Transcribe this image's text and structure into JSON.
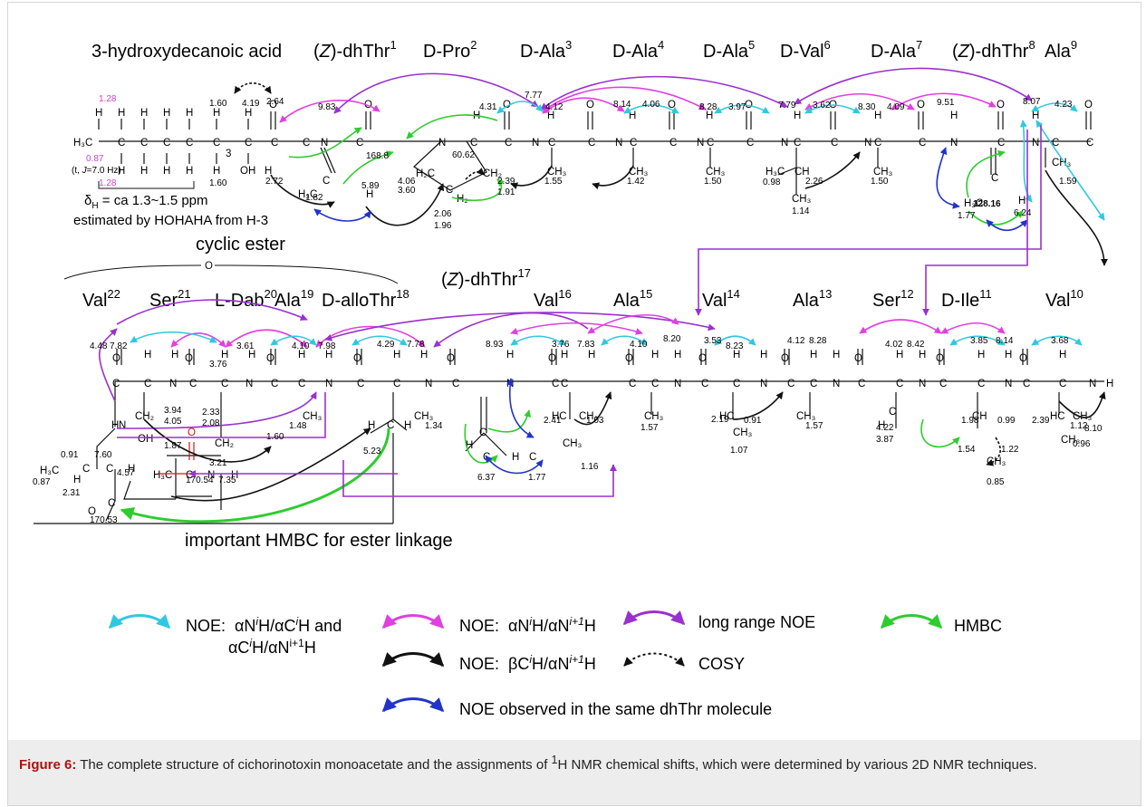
{
  "colors": {
    "noe_intra": "#30c8e0",
    "noe_seq": "#e040e0",
    "noe_long": "#9a30d0",
    "noe_beta": "#111111",
    "hmbc": "#2ecc2e",
    "noe_dhthr": "#2233cc",
    "acetyl": "#d01818",
    "shift_magenta": "#cc44cc"
  },
  "top": {
    "residue_titles": [
      "3-hydroxydecanoic acid"
    ],
    "residues": [
      {
        "pre": "(",
        "it": "Z",
        "post": ")-dhThr",
        "num": "1"
      },
      {
        "pre": "D-Pro",
        "num": "2"
      },
      {
        "pre": "D-Ala",
        "num": "3"
      },
      {
        "pre": "D-Ala",
        "num": "4"
      },
      {
        "pre": "D-Ala",
        "num": "5"
      },
      {
        "pre": "D-Val",
        "num": "6"
      },
      {
        "pre": "D-Ala",
        "num": "7"
      },
      {
        "pre": "(",
        "it": "Z",
        "post": ")-dhThr",
        "num": "8"
      },
      {
        "pre": "Ala",
        "num": "9"
      }
    ],
    "fatty_note": {
      "t_label": "(t, ",
      "J": "J",
      "rest": "=7.0 Hz)",
      "delta": "δ",
      "sub": "H",
      "range": " = ca 1.3~1.5 ppm",
      "estimated": "estimated by HOHAHA from H-3"
    },
    "shifts_magenta": [
      "1.28",
      "0.87",
      "1.28"
    ],
    "shifts": [
      "1.60",
      "4.19",
      "2.64",
      "9.83",
      "168.8",
      "2.72",
      "1.82",
      "5.89",
      "1.60",
      "4.31",
      "60.62",
      "4.06",
      "3.60",
      "2.39",
      "1.91",
      "2.06",
      "1.96",
      "7.77",
      "4.12",
      "1.55",
      "8.14",
      "4.06",
      "1.42",
      "8.28",
      "3.97",
      "1.50",
      "7.79",
      "3.62",
      "0.98",
      "2.26",
      "1.14",
      "8.30",
      "4.09",
      "1.50",
      "9.51",
      "128.16",
      "1.77",
      "6.24",
      "8.07",
      "4.23",
      "1.59"
    ],
    "cyclic_ester": "cyclic ester"
  },
  "bottom": {
    "residues": [
      {
        "pre": "Val",
        "num": "22"
      },
      {
        "pre": "Ser",
        "num": "21"
      },
      {
        "pre": "L-Dab",
        "num": "20"
      },
      {
        "pre": "Ala",
        "num": "19"
      },
      {
        "pre": "D-alloThr",
        "num": "18"
      },
      {
        "pre": "(",
        "it": "Z",
        "post": ")-dhThr",
        "num": "17"
      },
      {
        "pre": "Val",
        "num": "16"
      },
      {
        "pre": "Ala",
        "num": "15"
      },
      {
        "pre": "Val",
        "num": "14"
      },
      {
        "pre": "Ala",
        "num": "13"
      },
      {
        "pre": "Ser",
        "num": "12"
      },
      {
        "pre": "D-Ile",
        "num": "11"
      },
      {
        "pre": "Val",
        "num": "10"
      }
    ],
    "shifts": [
      "4.48",
      "7.82",
      "3.76",
      "3.61",
      "4.10",
      "7.98",
      "4.29",
      "7.78",
      "8.93",
      "3.76",
      "7.83",
      "4.10",
      "8.20",
      "3.53",
      "8.23",
      "4.12",
      "8.28",
      "4.02",
      "8.42",
      "3.85",
      "8.14",
      "3.68",
      "8.10",
      "3.94",
      "4.05",
      "2.33",
      "2.08",
      "1.48",
      "5.23",
      "1.34",
      "6.37",
      "1.77",
      "2.41",
      "1.03",
      "1.16",
      "1.57",
      "2.19",
      "0.91",
      "1.07",
      "1.57",
      "4.22",
      "3.87",
      "1.98",
      "0.99",
      "1.54",
      "1.22",
      "0.85",
      "2.39",
      "1.12",
      "0.96",
      "0.91",
      "7.60",
      "0.87",
      "2.31",
      "4.57",
      "1.87",
      "3.21",
      "170.54",
      "7.35",
      "170.53",
      "1.60"
    ],
    "hmbc_note": "important HMBC for ester linkage",
    "o_label": "O"
  },
  "legend": {
    "noe_word": "NOE:",
    "item1": {
      "a": "αN",
      "sup1": "i",
      "b": "H/αC",
      "sup2": "i",
      "c": "H and"
    },
    "item1b": {
      "a": "αC",
      "sup1": "i",
      "b": "H/αN",
      "sup2": "i+1",
      "c": "H"
    },
    "item2": {
      "a": "αN",
      "sup1": "i",
      "b": "H/αN",
      "sup2": "i+1",
      "c": "H"
    },
    "item3": {
      "a": "βC",
      "sup1": "i",
      "b": "H/αN",
      "sup2": "i+1",
      "c": "H"
    },
    "long_range": "long range NOE",
    "hmbc": "HMBC",
    "cosy": "COSY",
    "dhthr": "NOE observed in the same dhThr molecule"
  },
  "caption": {
    "label": "Figure 6:",
    "text1": " The complete structure of cichorinotoxin monoacetate and the assignments of ",
    "sup": "1",
    "text2": "H NMR chemical shifts, which were determined by various 2D NMR techniques."
  }
}
